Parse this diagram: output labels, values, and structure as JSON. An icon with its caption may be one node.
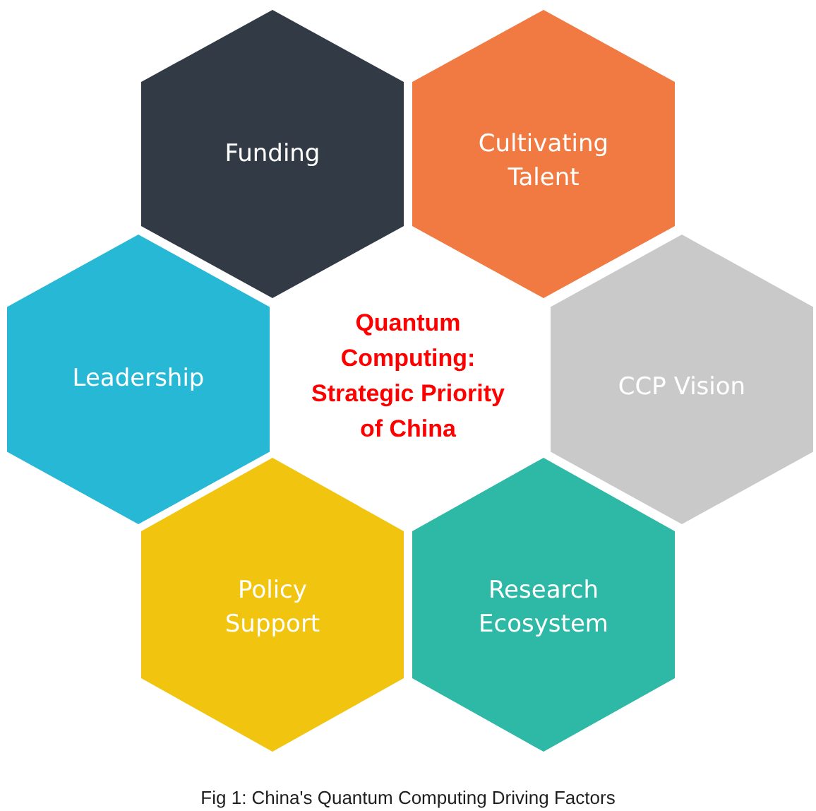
{
  "diagram": {
    "caption": "Fig 1: China's Quantum Computing Driving Factors",
    "nodes": [
      {
        "text": [
          "Funding"
        ]
      },
      {
        "text": [
          "Cultivating Talent"
        ]
      },
      {
        "text": [
          "Leadership"
        ]
      },
      {
        "text": [
          "Quantum Computing: Strategic Priority of China"
        ]
      },
      {
        "text": [
          "CCP Vision"
        ]
      },
      {
        "text": [
          "Policy Support"
        ]
      },
      {
        "text": [
          "Research Ecosystem"
        ]
      }
    ]
  }
}
